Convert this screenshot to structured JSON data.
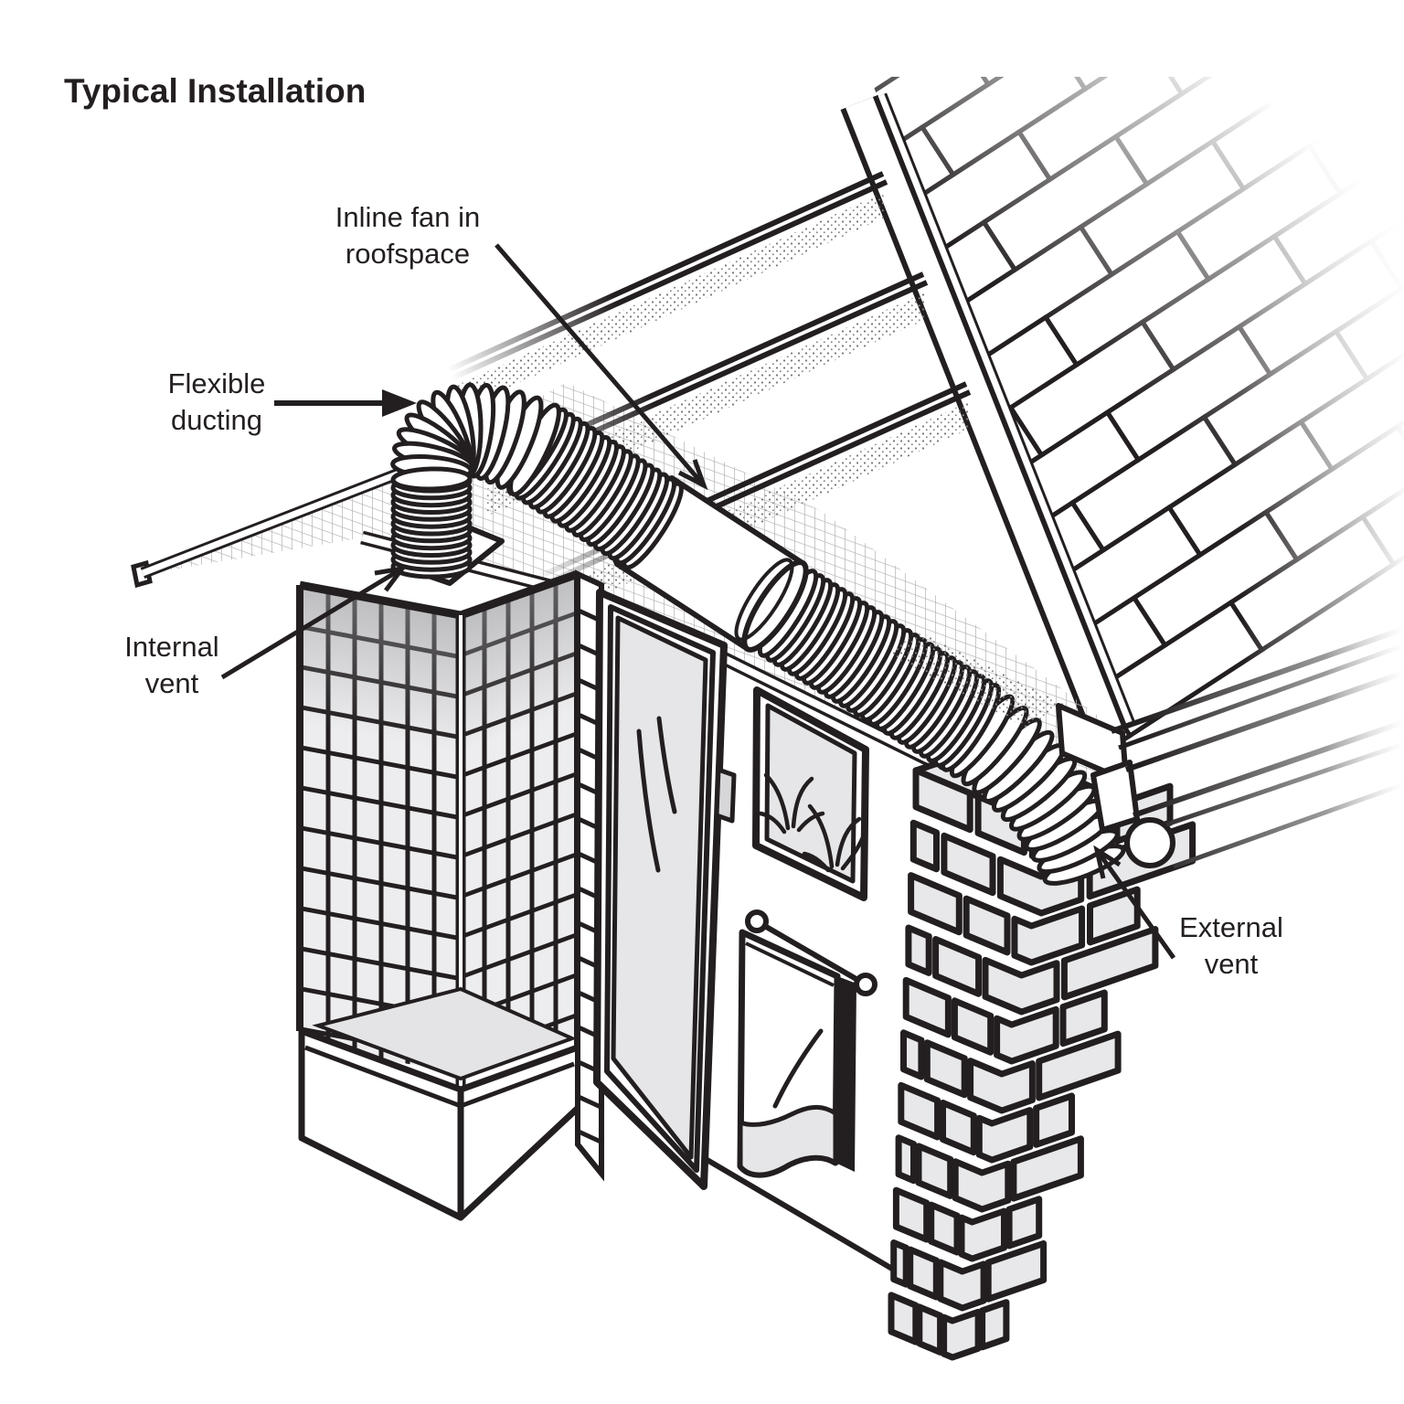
{
  "title": "Typical Installation",
  "labels": {
    "inline_fan": {
      "line1": "Inline fan in",
      "line2": "roofspace"
    },
    "flexible_ducting": {
      "line1": "Flexible",
      "line2": "ducting"
    },
    "internal_vent": {
      "line1": "Internal",
      "line2": "vent"
    },
    "external_vent": {
      "line1": "External",
      "line2": "vent"
    }
  },
  "colors": {
    "ink": "#231f20",
    "light_fill": "#e8e8ea",
    "glass_fill": "#e6e6e8",
    "tile_face": "#ededef",
    "grid_line": "#b5b5b9",
    "background": "#ffffff"
  }
}
